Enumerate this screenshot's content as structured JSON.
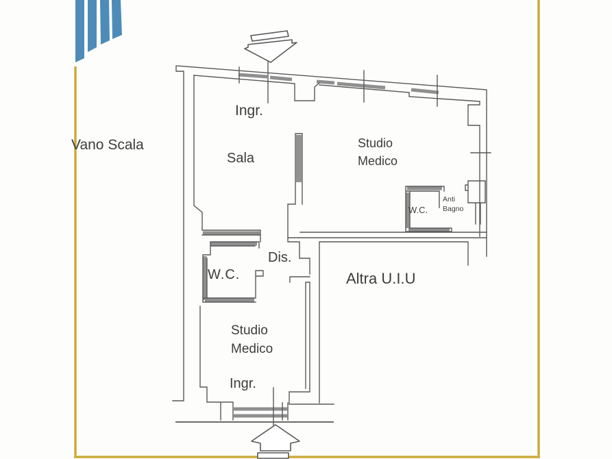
{
  "page": {
    "background_color": "#fdfdfc",
    "border_color": "#c2992a",
    "logo_color": "#4e8bb8",
    "wall_line_color": "#585858",
    "fixture_band_color": "#8f8f8f",
    "label_text_color": "#3c3c3c"
  },
  "logo": {
    "description": "four blue vertical stripes, cropped at top edge"
  },
  "floorplan": {
    "labels": {
      "vano_scala": "Vano Scala",
      "ingr_top": "Ingr.",
      "sala": "Sala",
      "studio_medico_top_line1": "Studio",
      "studio_medico_top_line2": "Medico",
      "wc_small": "W.C.",
      "anti_bagno_line1": "Anti",
      "anti_bagno_line2": "Bagno",
      "dis": "Dis.",
      "wc_large": "W.C.",
      "altra_uiu": "Altra U.I.U",
      "studio_medico_bottom_line1": "Studio",
      "studio_medico_bottom_line2": "Medico",
      "ingr_bottom": "Ingr."
    },
    "icons": [
      "top-entrance-arrow-icon",
      "bottom-entrance-arrow-icon"
    ]
  }
}
